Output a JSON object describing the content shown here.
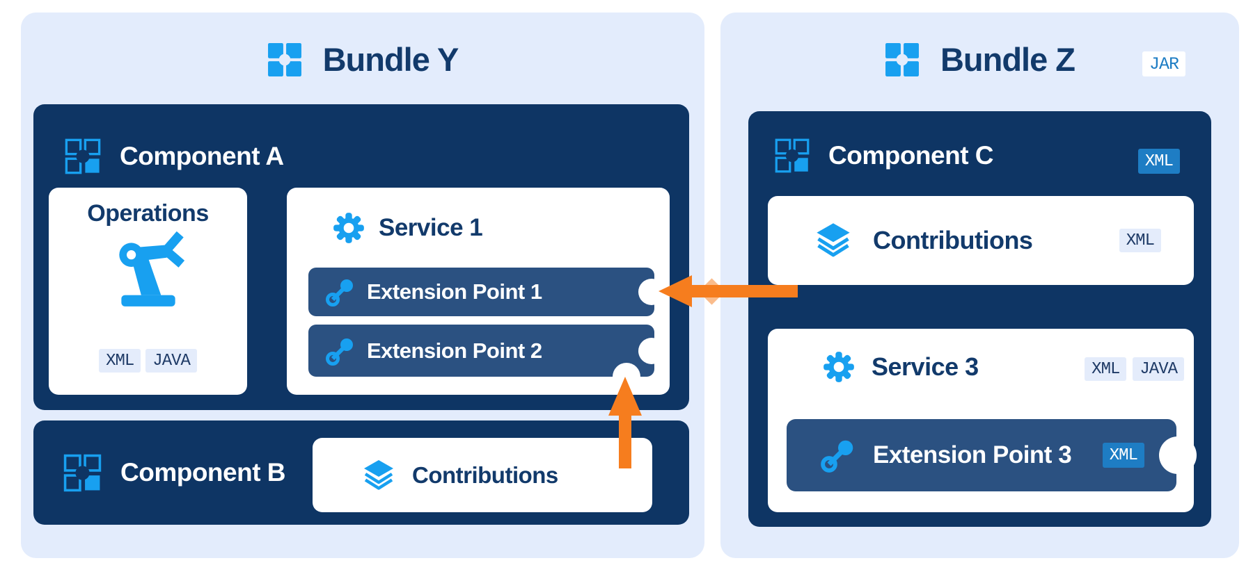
{
  "bundle_y": {
    "title": "Bundle Y",
    "component_a": {
      "title": "Component A",
      "operations": {
        "title": "Operations",
        "badges": [
          "XML",
          "JAVA"
        ]
      },
      "service1": {
        "title": "Service 1",
        "extension_points": [
          {
            "label": "Extension Point 1"
          },
          {
            "label": "Extension Point 2"
          }
        ]
      }
    },
    "component_b": {
      "title": "Component B",
      "contributions": {
        "title": "Contributions"
      }
    }
  },
  "bundle_z": {
    "title": "Bundle Z",
    "jar_badge": "JAR",
    "component_c": {
      "title": "Component C",
      "xml_badge": "XML",
      "contributions": {
        "title": "Contributions",
        "xml_badge": "XML"
      },
      "service3": {
        "title": "Service 3",
        "badges": [
          "XML",
          "JAVA"
        ],
        "extension_point": {
          "label": "Extension Point 3",
          "xml_badge": "XML"
        }
      }
    }
  },
  "connections": [
    {
      "from": "component-c-contributions",
      "to": "extension-point-1",
      "style": "orange-arrow-left"
    },
    {
      "from": "component-b-contributions",
      "to": "extension-point-2",
      "style": "orange-arrow-up"
    }
  ],
  "colors": {
    "accent_blue": "#18a0f0",
    "component_navy": "#0e3564",
    "extension_pill_navy": "#2b5181",
    "panel_light_blue": "#e3ecfc",
    "badge_lavender": "#e4ecfb",
    "badge_medium_blue": "#1e7dc4",
    "arrow_orange": "#f67d1e",
    "title_navy": "#123a6b"
  }
}
